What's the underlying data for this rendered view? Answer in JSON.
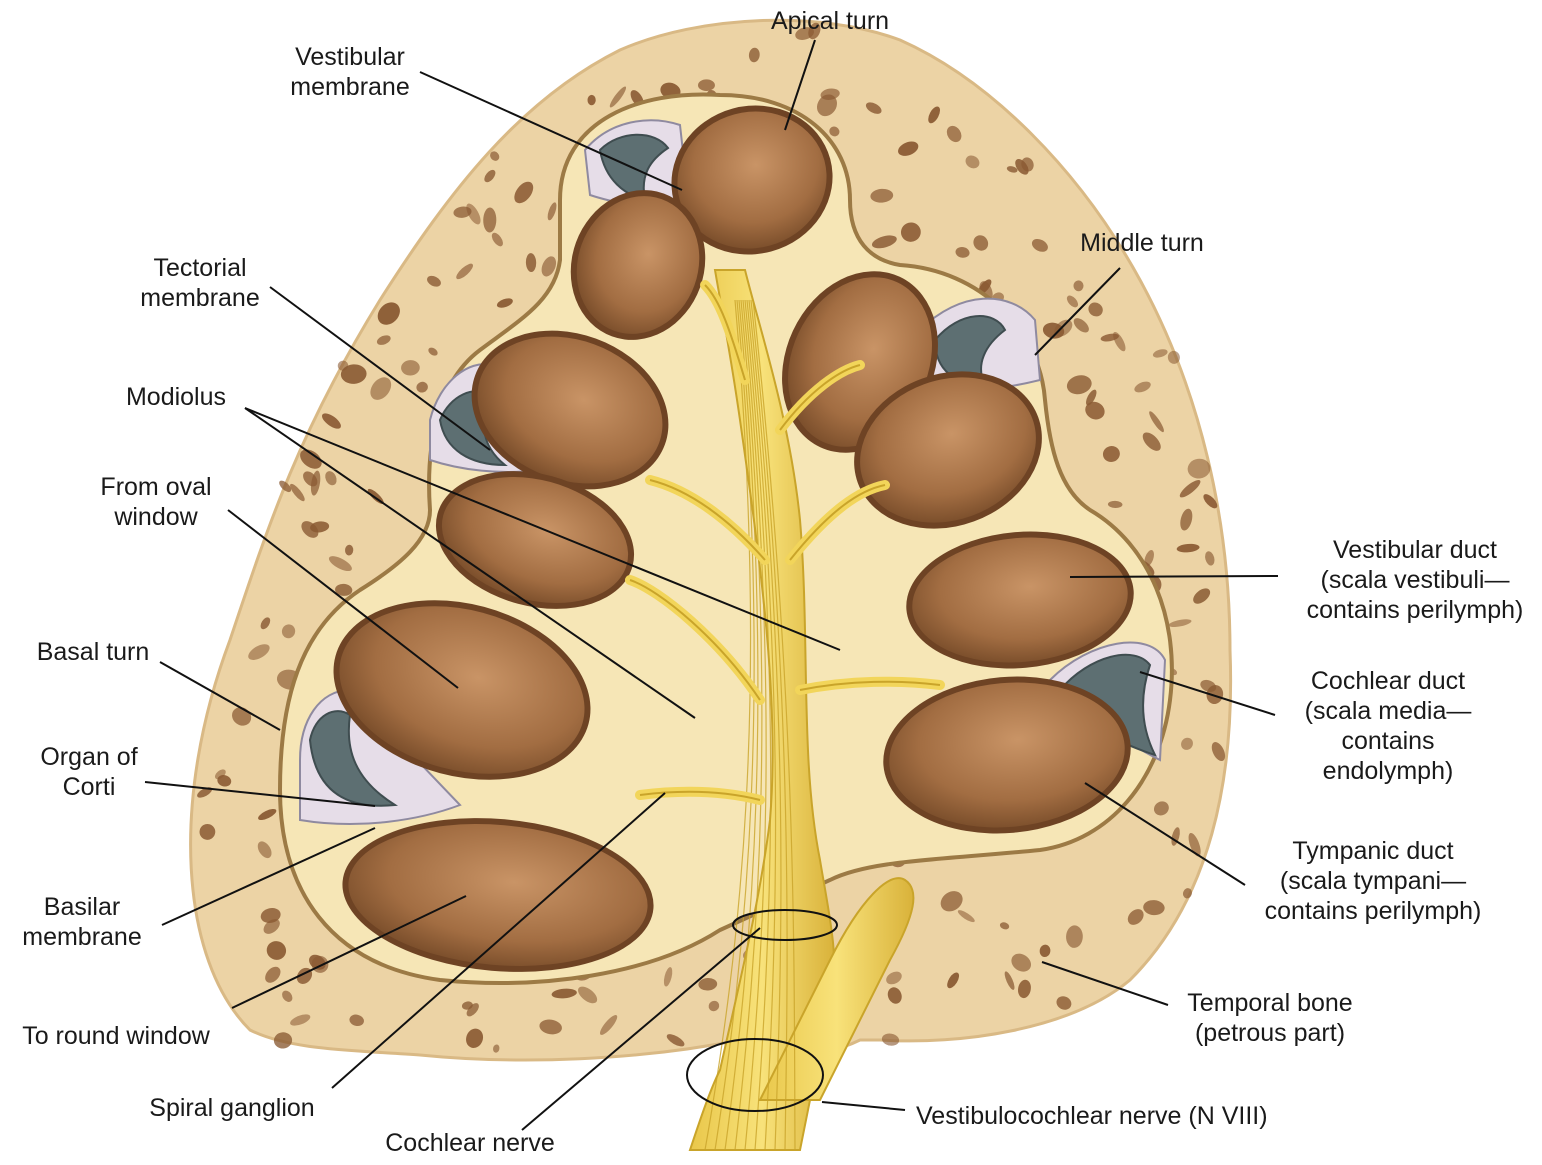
{
  "labels": {
    "apical_turn": [
      "Apical turn"
    ],
    "vestibular_membrane": [
      "Vestibular",
      "membrane"
    ],
    "middle_turn": [
      "Middle turn"
    ],
    "tectorial_membrane": [
      "Tectorial",
      "membrane"
    ],
    "modiolus": [
      "Modiolus"
    ],
    "from_oval_window": [
      "From oval",
      "window"
    ],
    "basal_turn": [
      "Basal turn"
    ],
    "organ_of_corti": [
      "Organ of",
      "Corti"
    ],
    "basilar_membrane": [
      "Basilar",
      "membrane"
    ],
    "to_round_window": [
      "To round window"
    ],
    "spiral_ganglion": [
      "Spiral ganglion"
    ],
    "cochlear_nerve": [
      "Cochlear nerve"
    ],
    "vestibular_duct": [
      "Vestibular duct",
      "(scala vestibuli—",
      "contains perilymph)"
    ],
    "cochlear_duct": [
      "Cochlear duct",
      "(scala media—",
      "contains",
      "endolymph)"
    ],
    "tympanic_duct": [
      "Tympanic duct",
      "(scala tympani—",
      "contains perilymph)"
    ],
    "temporal_bone": [
      "Temporal bone",
      "(petrous part)"
    ],
    "vestibulocochlear_nerve": [
      "Vestibulocochlear nerve (N VIII)"
    ]
  },
  "colors": {
    "bone": "#ecd3a5",
    "bone_pit": "#8a5a33",
    "duct_fill": "#b07a4e",
    "duct_dark": "#6e4324",
    "turn_wall": "#f6e6b6",
    "membrane_gray": "#5d6f72",
    "cochlear_space": "#e6dde8",
    "nerve": "#f2d55a",
    "nerve_line": "#c9a42a"
  }
}
